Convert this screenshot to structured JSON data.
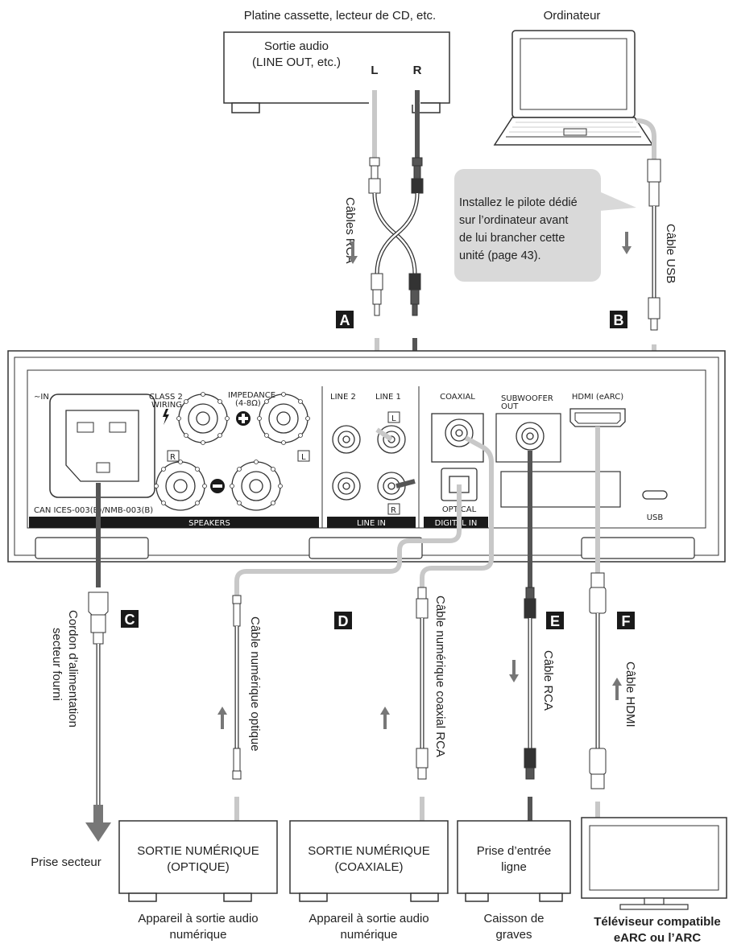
{
  "top": {
    "source_device_label": "Platine cassette, lecteur de CD, etc.",
    "source_device_output_line1": "Sortie audio",
    "source_device_output_line2": "(LINE OUT, etc.)",
    "channel_left": "L",
    "channel_right": "R",
    "computer_label": "Ordinateur",
    "rca_cables_label": "Câbles RCA",
    "usb_cable_label": "Câble USB",
    "note_lines": [
      "Installez le pilote dédié",
      "sur l’ordinateur avant",
      "de lui brancher cette",
      "unité (page 43)."
    ]
  },
  "badges": {
    "a": "A",
    "b": "B",
    "c": "C",
    "d": "D",
    "e": "E",
    "f": "F"
  },
  "rear_panel": {
    "ac_in": "∼IN",
    "class2_wiring_1": "CLASS 2",
    "class2_wiring_2": "WIRING",
    "impedance_1": "IMPEDANCE",
    "impedance_2": "(4-8Ω)",
    "r_mark": "R",
    "l_mark": "L",
    "can_ices": "CAN ICES-003(B)/NMB-003(B)",
    "speakers": "SPEAKERS",
    "line2": "LINE 2",
    "line1": "LINE 1",
    "line_in": "LINE IN",
    "coaxial": "COAXIAL",
    "optical": "OPTICAL",
    "digital_in": "DIGITAL IN",
    "subwoofer_1": "SUBWOOFER",
    "subwoofer_2": "OUT",
    "hdmi": "HDMI (eARC)",
    "usb": "USB"
  },
  "bottom": {
    "power_cord_line1": "Cordon d’alimentation",
    "power_cord_line2": "secteur fourni",
    "outlet_label": "Prise secteur",
    "optical_cable_label": "Câble numérique optique",
    "coax_cable_label": "Câble numérique coaxial RCA",
    "rca_cable_label": "Câble RCA",
    "hdmi_cable_label": "Câble HDMI",
    "box_optical_line1": "SORTIE NUMÉRIQUE",
    "box_optical_line2": "(OPTIQUE)",
    "box_coaxial_line1": "SORTIE NUMÉRIQUE",
    "box_coaxial_line2": "(COAXIALE)",
    "box_line_in_line1": "Prise d’entrée",
    "box_line_in_line2": "ligne",
    "device_digital_1_line1": "Appareil à sortie audio",
    "device_digital_1_line2": "numérique",
    "device_digital_2_line1": "Appareil à sortie audio",
    "device_digital_2_line2": "numérique",
    "subwoofer_line1": "Caisson de",
    "subwoofer_line2": "graves",
    "tv_line1": "Téléviseur compatible",
    "tv_line2": "eARC ou l’ARC"
  },
  "colors": {
    "cable": "#bdbdbd",
    "dark_cable": "#555555",
    "badge": "#1a1a1a",
    "note_bg": "#d9d9d9",
    "band": "#1a1a1a"
  }
}
